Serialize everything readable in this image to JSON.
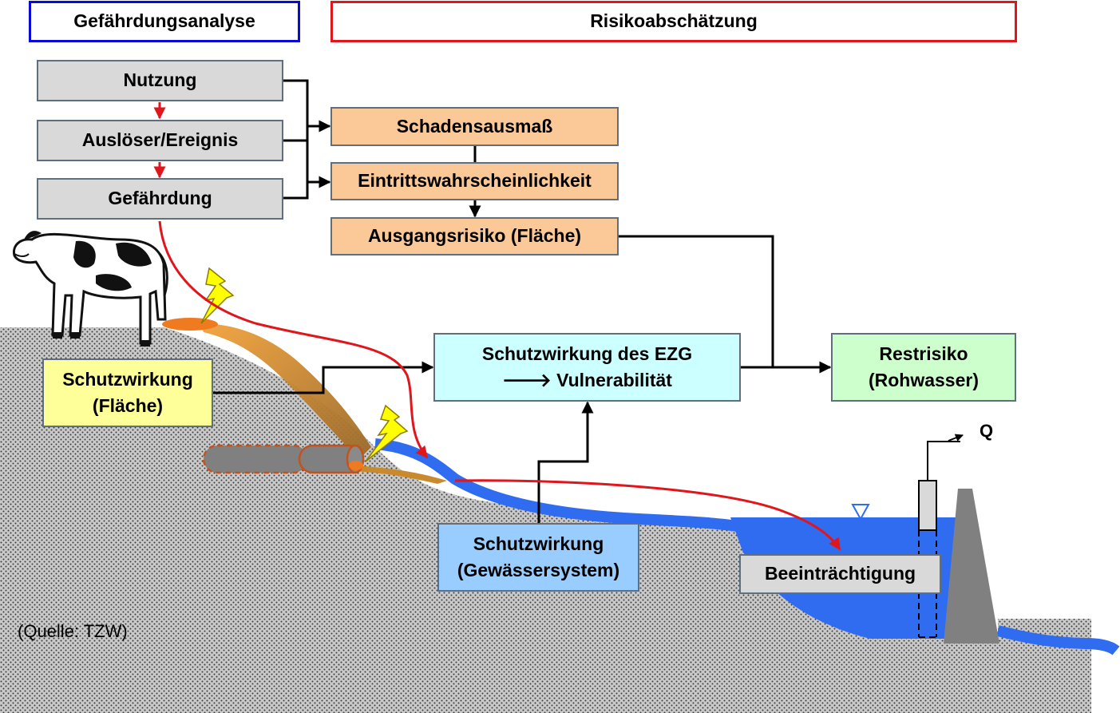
{
  "headers": {
    "hazard_analysis": "Gefährdungsanalyse",
    "risk_assessment": "Risikoabschätzung"
  },
  "hazard_chain": {
    "use": "Nutzung",
    "trigger": "Auslöser/Ereignis",
    "hazard": "Gefährdung"
  },
  "risk_chain": {
    "damage_extent": "Schadensausmaß",
    "probability": "Eintrittswahrscheinlichkeit",
    "initial_risk": "Ausgangsrisiko (Fläche)"
  },
  "protection": {
    "area_line1": "Schutzwirkung",
    "area_line2": "(Fläche)",
    "catchment_line1": "Schutzwirkung des EZG",
    "catchment_line2": "🡒 Vulnerabilität",
    "water_line1": "Schutzwirkung",
    "water_line2": "(Gewässersystem)"
  },
  "residual": {
    "line1": "Restrisiko",
    "line2": "(Rohwasser)"
  },
  "impairment": "Beeinträchtigung",
  "flow_label": "Q",
  "source": "(Quelle: TZW)",
  "colors": {
    "header_blue": "#0a0ad8",
    "header_red": "#e0161c",
    "water": "#2f6cf0",
    "contaminant": "#d98a1c",
    "pipe": "#c0531e"
  }
}
